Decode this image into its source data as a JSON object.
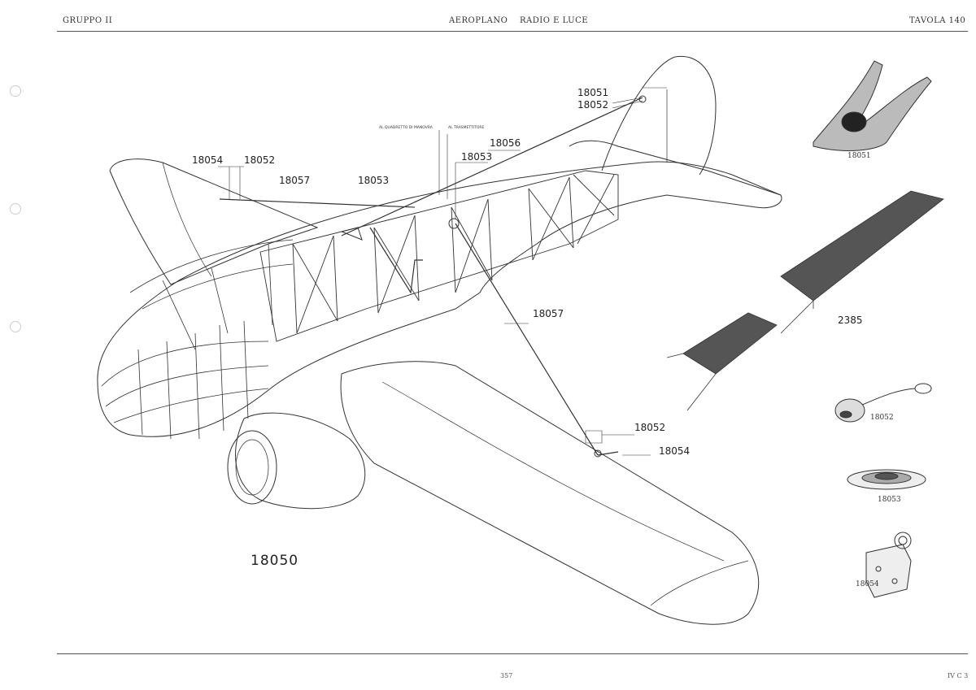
{
  "header": {
    "left": "GRUPPO II",
    "center": "AEROPLANO    RADIO E LUCE",
    "right": "TAVOLA 140"
  },
  "footer": {
    "page": "357",
    "right": "IV C 3"
  },
  "callouts": {
    "c18051_top": "18051",
    "c18052_top": "18052",
    "c18054_left": "18054",
    "c18052_left": "18052",
    "c18057_left": "18057",
    "c18053_left": "18053",
    "c18056": "18056",
    "c18053_mid": "18053",
    "c18057_mid": "18057",
    "c18052_right": "18052",
    "c18054_right": "18054",
    "small_a": "AL QUADRETTO DI MANOVRA",
    "small_b": "AL TRASMETTITORE"
  },
  "main_part": "18050",
  "details": {
    "d18051": "18051",
    "d2385": "2385",
    "d18052": "18052",
    "d18053": "18053",
    "d18054": "18054"
  }
}
